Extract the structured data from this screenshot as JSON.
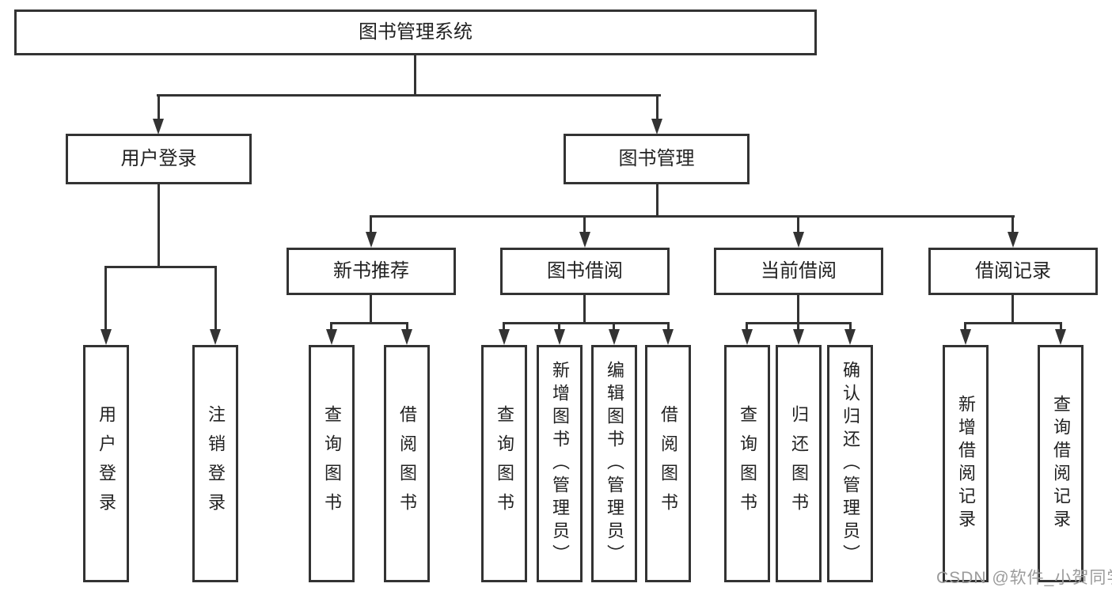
{
  "tree": {
    "root": {
      "label": "图书管理系统"
    },
    "branches": [
      {
        "label": "用户登录",
        "children": [
          {
            "label": "用户登录"
          },
          {
            "label": "注销登录"
          }
        ]
      },
      {
        "label": "图书管理",
        "children": [
          {
            "label": "新书推荐",
            "children": [
              {
                "label": "查询图书"
              },
              {
                "label": "借阅图书"
              }
            ]
          },
          {
            "label": "图书借阅",
            "children": [
              {
                "label": "查询图书"
              },
              {
                "label": "新增图书（管理员）"
              },
              {
                "label": "编辑图书（管理员）"
              },
              {
                "label": "借阅图书"
              }
            ]
          },
          {
            "label": "当前借阅",
            "children": [
              {
                "label": "查询图书"
              },
              {
                "label": "归还图书"
              },
              {
                "label": "确认归还（管理员）"
              }
            ]
          },
          {
            "label": "借阅记录",
            "children": [
              {
                "label": "新增借阅记录"
              },
              {
                "label": "查询借阅记录"
              }
            ]
          }
        ]
      }
    ]
  },
  "watermark": {
    "text": "CSDN @软件_小贺同学",
    "color": "#9b9b9b"
  },
  "colors": {
    "line": "#333333",
    "text": "#222222",
    "background": "#ffffff"
  }
}
